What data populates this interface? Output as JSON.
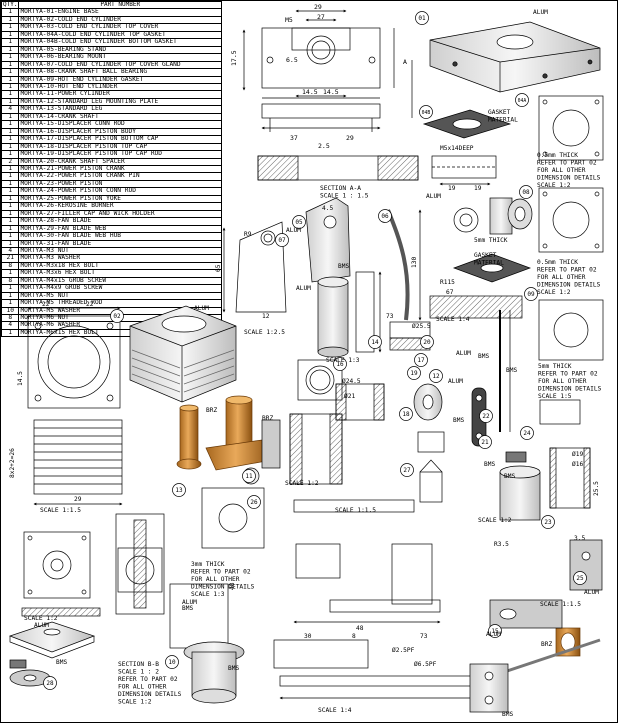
{
  "table": {
    "header": {
      "qty": "QTY.",
      "part": "PART NUMBER"
    },
    "rows": [
      {
        "qty": "1",
        "part": "MORTYA-01-ENGINE BASE"
      },
      {
        "qty": "1",
        "part": "MORTYA-02-COLD END CYLINDER"
      },
      {
        "qty": "1",
        "part": "MORTYA-03-COLD END CYLINDER TOP COVER"
      },
      {
        "qty": "1",
        "part": "MORTYA-04A-COLD END CYLINDER TOP GASKET"
      },
      {
        "qty": "1",
        "part": "MORTYA-04B-COLD END CYLINDER BOTTOM GASKET"
      },
      {
        "qty": "1",
        "part": "MORTYA-05-BEARING STAND"
      },
      {
        "qty": "1",
        "part": "MORTYA-06-BEARING MOUNT"
      },
      {
        "qty": "1",
        "part": "MORTYA-07-COLD END CYLINDER TOP COVER GLAND"
      },
      {
        "qty": "1",
        "part": "MORTYA-08-CRANK SHAFT BALL BEARING"
      },
      {
        "qty": "1",
        "part": "MORTYA-09-HOT END CYLINDER GASKET"
      },
      {
        "qty": "1",
        "part": "MORTYA-10-HOT END CYLINDER"
      },
      {
        "qty": "1",
        "part": "MORTYA-11-POWER CYLINDER"
      },
      {
        "qty": "1",
        "part": "MORTYA-12-STANDARD LEG MOUNTING PLATE"
      },
      {
        "qty": "4",
        "part": "MORTYA-13-STANDARD LEG"
      },
      {
        "qty": "1",
        "part": "MORTYA-14-CRANK SHAFT"
      },
      {
        "qty": "1",
        "part": "MORTYA-15-DISPLACER CONN ROD"
      },
      {
        "qty": "1",
        "part": "MORTYA-16-DISPLACER PISTON BODY"
      },
      {
        "qty": "1",
        "part": "MORTYA-17-DISPLACER PISTON BOTTOM CAP"
      },
      {
        "qty": "1",
        "part": "MORTYA-18-DISPLACER PISTON TOP CAP"
      },
      {
        "qty": "1",
        "part": "MORTYA-19-DISPLACER PISTON TOP CAP ROD"
      },
      {
        "qty": "2",
        "part": "MORTYA-20-CRANK SHAFT SPACER"
      },
      {
        "qty": "1",
        "part": "MORTYA-21-POWER PISTON CRANK"
      },
      {
        "qty": "1",
        "part": "MORTYA-22-POWER PISTON CRANK PIN"
      },
      {
        "qty": "1",
        "part": "MORTYA-23-POWER PISTON"
      },
      {
        "qty": "1",
        "part": "MORTYA-24-POWER PISTON CONN ROD"
      },
      {
        "qty": "1",
        "part": "MORTYA-25-POWER PISTON YOKE"
      },
      {
        "qty": "1",
        "part": "MORTYA-26-KEROSINE BURNER"
      },
      {
        "qty": "1",
        "part": "MORTYA-27-FILLER CAP AND WICK HOLDER"
      },
      {
        "qty": "1",
        "part": "MORTYA-28-FAN BLADE"
      },
      {
        "qty": "1",
        "part": "MORTYA-29-FAN BLADE WEB"
      },
      {
        "qty": "1",
        "part": "MORTYA-30-FAN BLADE WEB HUB"
      },
      {
        "qty": "1",
        "part": "MORTYA-31-FAN BLADE"
      },
      {
        "qty": "4",
        "part": "MORTYA-M3 NUT"
      },
      {
        "qty": "21",
        "part": "MORTYA-M3 WASHER"
      },
      {
        "qty": "8",
        "part": "MORTYA-M3x18 HEX BOLT"
      },
      {
        "qty": "1",
        "part": "MORTYA-M3x6 HEX BOLT"
      },
      {
        "qty": "8",
        "part": "MORTYA-M4x15 GRUB SCREW"
      },
      {
        "qty": "1",
        "part": "MORTYA-M4x9 GRUB SCREW"
      },
      {
        "qty": "1",
        "part": "MORTYA-M5 NUT"
      },
      {
        "qty": "1",
        "part": "MORTYA-M5 THREADED ROD"
      },
      {
        "qty": "10",
        "part": "MORTYA-M5 WASHER"
      },
      {
        "qty": "8",
        "part": "MORTYA-M6 NUT"
      },
      {
        "qty": "4",
        "part": "MORTYA-M6 WASHER"
      },
      {
        "qty": "1",
        "part": "MORTYA-M6x15 HEX BOLT"
      }
    ]
  },
  "balloons": [
    "01",
    "02",
    "04A",
    "04B",
    "05",
    "06",
    "07",
    "08",
    "09",
    "10",
    "11",
    "12",
    "13",
    "14",
    "15",
    "16",
    "17",
    "18",
    "19",
    "20",
    "21",
    "22",
    "23",
    "24",
    "25",
    "26",
    "27",
    "28"
  ],
  "dims": {
    "d01_29": "29",
    "d01_27": "27",
    "d01_m5": "M5",
    "d01_175": "17.5",
    "d01_65": "6.5",
    "d01_145a": "14.5",
    "d01_145b": "14.5",
    "d01_37": "37",
    "d01_29b": "29",
    "d01_25": "2.5",
    "d01_a": "A",
    "d07_thread": "M5x14DEEP",
    "d07_19a": "19",
    "d07_19b": "19",
    "d05_45": "4.5",
    "d05_r9": "R9",
    "d05_65": "65",
    "d05_12": "12",
    "d05_130": "130",
    "d05_67": "67",
    "d05_r115": "R115",
    "d02_22a": "22",
    "d02_22b": "22",
    "d02_145": "14.5",
    "d02_8x": "8x2+2=26",
    "d02_29": "29",
    "d16_255": "Ø25.5",
    "d16_73": "73",
    "d18_21": "Ø21",
    "d18_245": "Ø24.5",
    "d18_48": "48",
    "d10_48": "48",
    "d10_30": "30",
    "d10_8": "8",
    "d10_73": "73",
    "d10_65spf": "Ø6.5PF",
    "d10_25spf": "Ø2.5PF",
    "d23_19": "Ø19",
    "d23_16": "Ø16",
    "d23_255": "25.5",
    "d25_35": "3.5",
    "d25_r35": "R3.5"
  },
  "notes": {
    "alum": "ALUM",
    "brz": "BRZ",
    "bms": "BMS",
    "gasket": "GASKET\nMATERIAL",
    "note_half_mm": "0.5mm THICK\nREFER TO PART 02\nFOR ALL OTHER\nDIMENSION DETAILS\nSCALE 1:2",
    "note_5mm_thick": "5mm THICK",
    "note_5mm": "5mm THICK\nREFER TO PART 02\nFOR ALL OTHER\nDIMENSION DETAILS\nSCALE 1:5",
    "note_3mm": "3mm THICK\nREFER TO PART 02\nFOR ALL OTHER\nDIMENSION DETAILS\nSCALE 1:3",
    "note_sect_b": "SECTION B-B\nSCALE 1 : 2\nREFER TO PART 02\nFOR ALL OTHER\nDIMENSION DETAILS\nSCALE 1:2",
    "section_a": "SECTION A-A\nSCALE 1 : 1.5",
    "scale_12": "SCALE 1:2",
    "scale_125": "SCALE 1:2.5",
    "scale_13": "SCALE 1:3",
    "scale_14": "SCALE 1:4",
    "scale_115": "SCALE 1:1.5"
  }
}
